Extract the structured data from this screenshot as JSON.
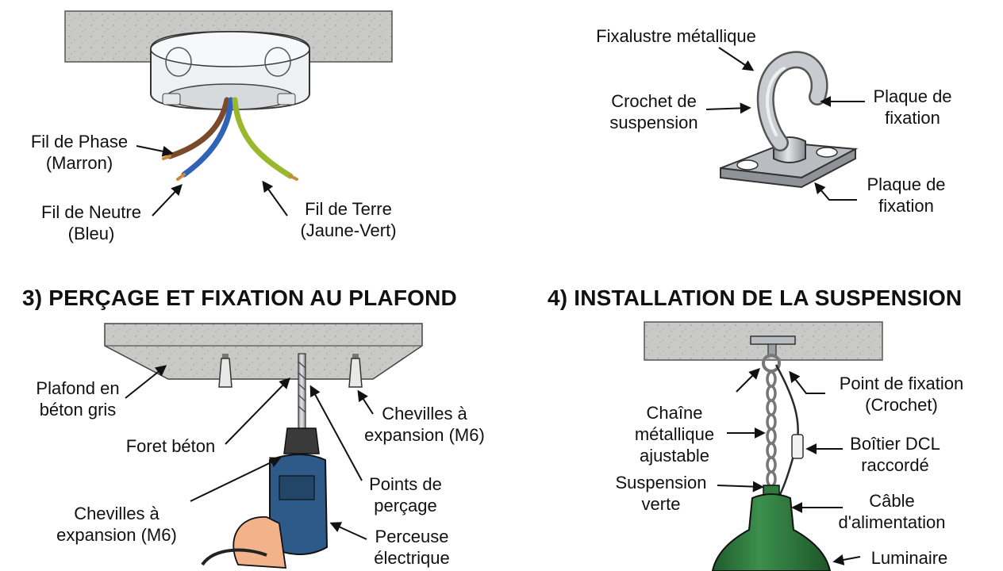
{
  "panel1": {
    "labels": {
      "phase": [
        "Fil de Phase",
        "(Marron)"
      ],
      "neutral": [
        "Fil de Neutre",
        "(Bleu)"
      ],
      "earth": [
        "Fil de Terre",
        "(Jaune-Vert)"
      ]
    }
  },
  "panel2": {
    "labels": {
      "fixalustre": "Fixalustre métallique",
      "crochet": [
        "Crochet de",
        "suspension"
      ],
      "plate_upper": [
        "Plaque de",
        "fixation"
      ],
      "plate_lower": [
        "Plaque de",
        "fixation"
      ]
    }
  },
  "panel3": {
    "title": "3) PERÇAGE ET FIXATION AU PLAFOND",
    "labels": {
      "ceiling": [
        "Plafond en",
        "béton gris"
      ],
      "drill_bit": "Foret béton",
      "anchors_right": [
        "Chevilles à",
        "expansion (M6)"
      ],
      "anchors_left": [
        "Chevilles à",
        "expansion (M6)"
      ],
      "points": [
        "Points de",
        "perçage"
      ],
      "drill": [
        "Perceuse",
        "électrique"
      ]
    }
  },
  "panel4": {
    "title": "4) INSTALLATION DE LA SUSPENSION",
    "labels": {
      "fix_point": [
        "Point de fixation",
        "(Crochet)"
      ],
      "chain": [
        "Chaîne",
        "métallique",
        "ajustable"
      ],
      "dcl": [
        "Boîtier DCL",
        "raccordé"
      ],
      "suspension": [
        "Suspension",
        "verte"
      ],
      "cable": [
        "Câble",
        "d'alimentation"
      ],
      "luminaire": "Luminaire"
    }
  },
  "colors": {
    "concrete": "#c9c9c7",
    "wire_brown": "#7a4a2a",
    "wire_blue": "#2f63b8",
    "wire_earth": "#9ab82e",
    "drill_blue": "#2e5a8a",
    "lamp_green": "#2f7a3e",
    "metal": "#b9bcc0"
  }
}
